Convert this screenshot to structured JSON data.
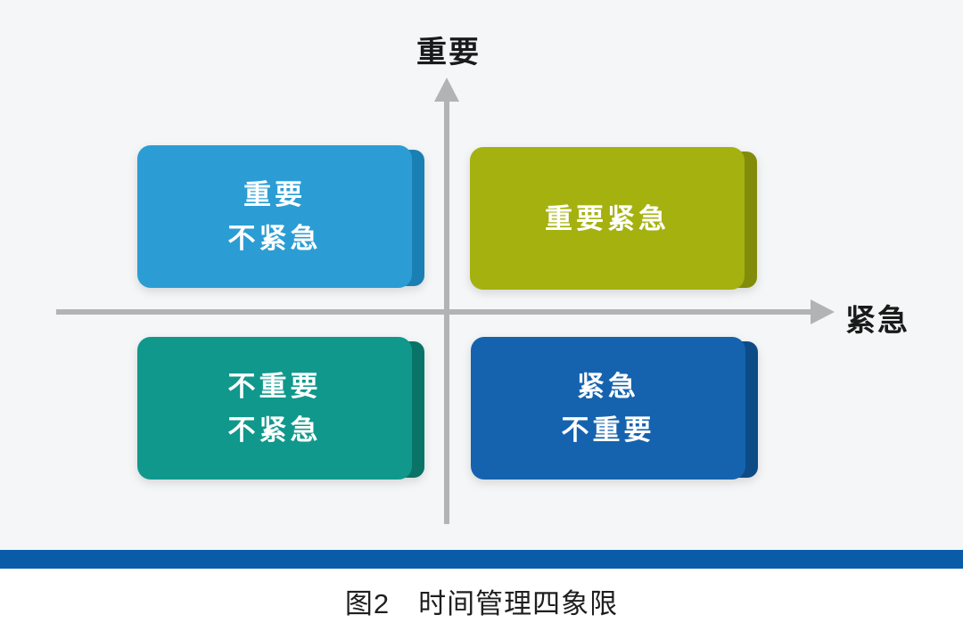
{
  "figure": {
    "axes": {
      "y_axis_label": "重要",
      "x_axis_label": "紧急",
      "axis_color": "#b3b3b3"
    },
    "quadrants": [
      {
        "name": "important-not-urgent",
        "lines": [
          "重要",
          "不紧急"
        ],
        "fill_color": "#2b9dd4",
        "edge_color": "#1a7fb3"
      },
      {
        "name": "important-urgent",
        "lines": [
          "重要紧急"
        ],
        "fill_color": "#a5b10f",
        "edge_color": "#828c0a"
      },
      {
        "name": "not-important-not-urgent",
        "lines": [
          "不重要",
          "不紧急"
        ],
        "fill_color": "#10988d",
        "edge_color": "#0a7367"
      },
      {
        "name": "urgent-not-important",
        "lines": [
          "紧急",
          "不重要"
        ],
        "fill_color": "#1563ae",
        "edge_color": "#0d4b87"
      }
    ],
    "divider_bar_color": "#0a5ca8",
    "background_color": "#f4f6f7",
    "caption": {
      "figure_label": "图2",
      "title": "时间管理四象限"
    }
  }
}
